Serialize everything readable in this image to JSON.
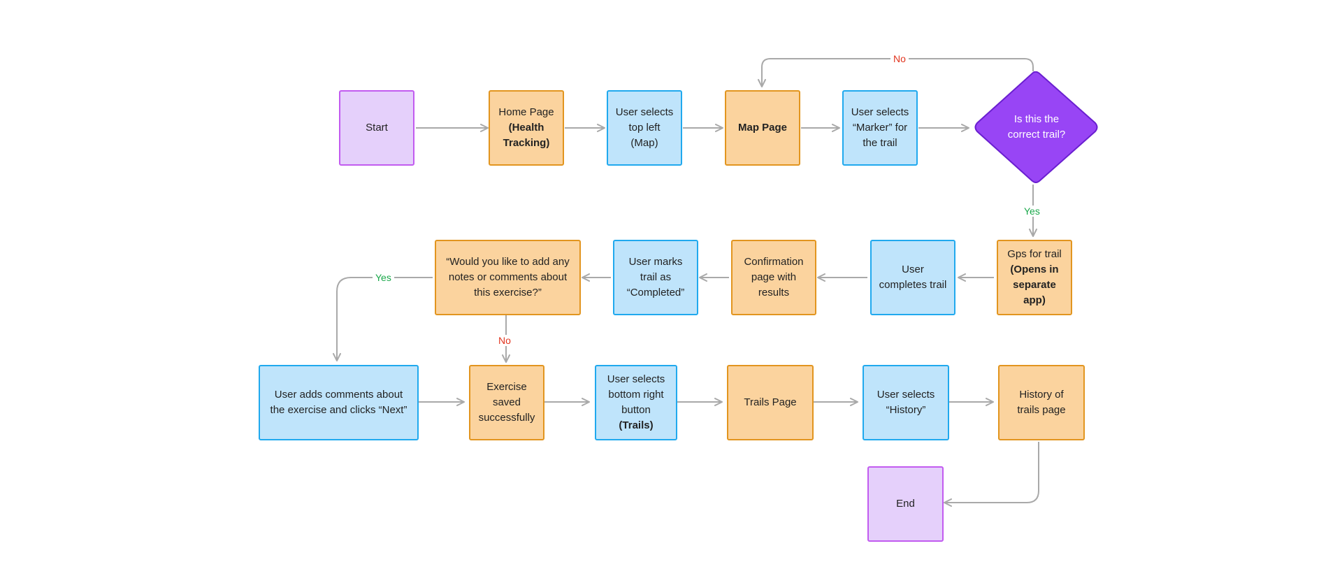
{
  "colors": {
    "terminal_fill": "#e5d0fb",
    "terminal_border": "#c25bf0",
    "page_fill": "#fbd39e",
    "page_border": "#e2951f",
    "action_fill": "#bfe4fb",
    "action_border": "#20a9ee",
    "decision_fill": "#9845f5",
    "decision_border": "#6a1fd0",
    "connector": "#a9a9a9",
    "no_label": "#e1341e",
    "yes_label": "#1aa84a"
  },
  "nodes": {
    "start": {
      "text": "Start"
    },
    "home_page": {
      "line1": "Home Page",
      "line2": "(Health",
      "line3": "Tracking)"
    },
    "select_map": {
      "line1": "User selects",
      "line2": "top left",
      "line3": "(Map)"
    },
    "map_page": {
      "text": "Map Page"
    },
    "select_marker": {
      "line1": "User selects",
      "line2": "“Marker” for",
      "line3": "the trail"
    },
    "decision": {
      "line1": "Is this the",
      "line2": "correct",
      "line3": "trail?"
    },
    "gps": {
      "line1": "Gps for trail",
      "line2": "(Opens in",
      "line3": "separate",
      "line4": "app)"
    },
    "complete_trail": {
      "line1": "User",
      "line2": "completes trail"
    },
    "confirmation": {
      "line1": "Confirmation",
      "line2": "page with",
      "line3": "results"
    },
    "mark_completed": {
      "line1": "User marks",
      "line2": "trail as",
      "line3": "“Completed”"
    },
    "question": {
      "line1": "“Would you like to add any",
      "line2": "notes or comments about",
      "line3": "this exercise?”"
    },
    "add_comments": {
      "line1": "User adds comments about",
      "line2": "the exercise and clicks “Next”"
    },
    "saved": {
      "line1": "Exercise",
      "line2": "saved",
      "line3": "successfully"
    },
    "select_trails": {
      "line1": "User selects",
      "line2": "bottom right",
      "line3": "button",
      "line4": "(Trails)"
    },
    "trails_page": {
      "text": "Trails Page"
    },
    "select_history": {
      "line1": "User selects",
      "line2": "“History”"
    },
    "history_page": {
      "line1": "History of",
      "line2": "trails page"
    },
    "end": {
      "text": "End"
    }
  },
  "edge_labels": {
    "decision_no": "No",
    "decision_yes": "Yes",
    "question_yes": "Yes",
    "question_no": "No"
  }
}
